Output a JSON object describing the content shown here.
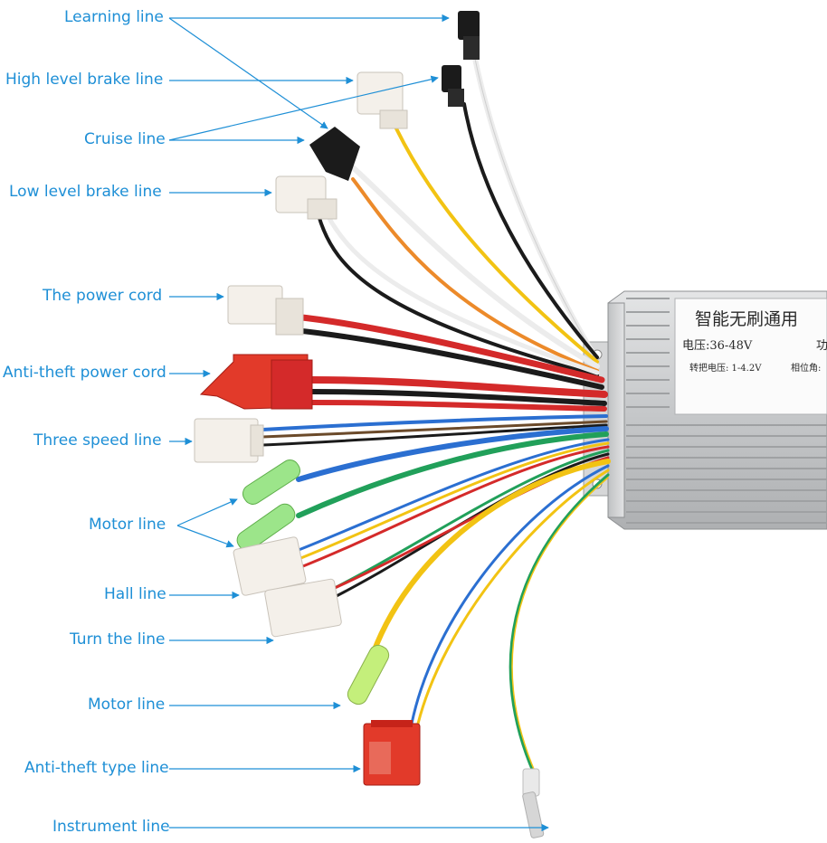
{
  "colors": {
    "label": "#1e8fd6",
    "red": "#d42a2a",
    "black": "#1b1b1b",
    "yellow": "#f2c313",
    "white_wire": "#e9e9e9",
    "orange": "#ec8a2a",
    "blue": "#2b6fd1",
    "green": "#21a05a",
    "brown": "#6b4a2a",
    "housing": "#c9cbcd"
  },
  "labels": {
    "learning": "Learning line",
    "high_brake": "High level brake line",
    "cruise": "Cruise line",
    "low_brake": "Low level brake line",
    "power": "The power cord",
    "anti_theft_power": "Anti-theft power cord",
    "three_speed": "Three speed line",
    "motor_top": "Motor line",
    "hall": "Hall line",
    "turn": "Turn the line",
    "motor_bottom": "Motor line",
    "anti_theft_type": "Anti-theft type line",
    "instrument": "Instrument line"
  },
  "controller": {
    "title": "智能无刷通用",
    "voltage": "电压:36-48V",
    "voltage_tail": "功",
    "detail_left": "转把电压: 1-4.2V",
    "detail_right": "相位角:"
  },
  "connector_icons": [
    "sm-2pin-connector-icon",
    "2pin-white-connector-icon",
    "red-power-connector-icon",
    "bullet-connector-icon",
    "hall-connector-icon",
    "red-anti-theft-connector-icon",
    "spade-terminal-icon"
  ]
}
